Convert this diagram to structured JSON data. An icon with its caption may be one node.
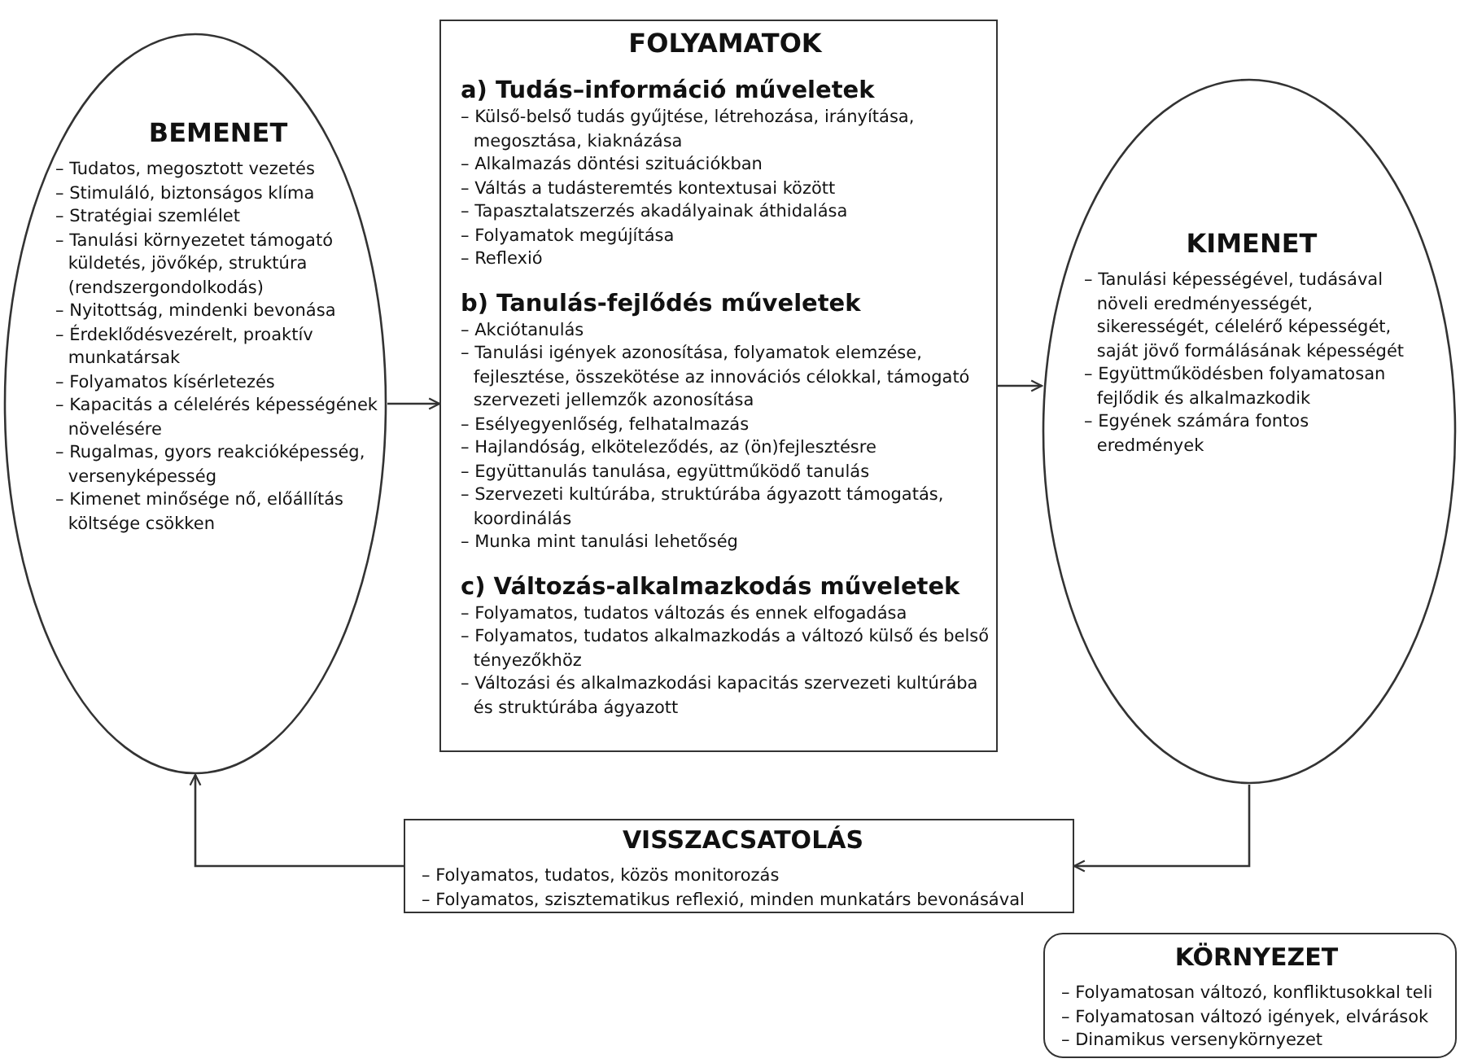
{
  "diagram": {
    "nodes": [
      {
        "text": [
          "BEMENET",
          "– Tudatos, megosztott vezetés",
          "– Stimuláló, biztonságos klíma",
          "– Stratégiai szemlélet",
          "– Tanulási környezetet támogató küldetés, jövőkép, struktúra (rendszergondolkodás)",
          "– Nyitottság, mindenki bevonása",
          "– Érdeklődésvezérelt, proaktív munkatársak",
          "– Folyamatos kísérletezés",
          "– Kapacitás a célelérés képességének növelésére",
          "– Rugalmas, gyors reakcióképesség, versenyképesség",
          "– Kimenet minősége nő, előállítás költsége csökken"
        ]
      },
      {
        "text": [
          "FOLYAMATOK",
          "a) Tudás–információ műveletek",
          "– Külső-belső tudás gyűjtése, létrehozása, irányítása, megosztása, kiaknázása",
          "– Alkalmazás döntési szituációkban",
          "– Váltás a tudásteremtés kontextusai között",
          "– Tapasztalatszerzés akadályainak áthidalása",
          "– Folyamatok megújítása",
          "– Reflexió",
          "b) Tanulás-fejlődés műveletek",
          "– Akciótanulás",
          "– Tanulási igények azonosítása, folyamatok elemzése, fejlesztése, összekötése az innovációs célokkal, támogató szervezeti jellemzők azonosítása",
          "– Esélyegyenlőség, felhatalmazás",
          "– Hajlandóság, elköteleződés, az (ön)fejlesztésre",
          "– Együttanulás tanulása, együttműködő tanulás",
          "– Szervezeti kultúrába, struktúrába ágyazott támogatás, koordinálás",
          "– Munka mint tanulási lehetőség",
          "c) Változás-alkalmazkodás műveletek",
          "– Folyamatos, tudatos változás és ennek elfogadása",
          "– Folyamatos, tudatos alkalmazkodás a változó külső és belső tényezőkhöz",
          "– Változási és alkalmazkodási kapacitás szervezeti kultúrába és struktúrába ágyazott"
        ]
      },
      {
        "text": [
          "KIMENET",
          "– Tanulási képességével, tudásával növeli eredményességét, sikerességét, célelérő képességét, saját jövő formálásának képességét",
          "– Együttműködésben folyamatosan fejlődik és alkalmazkodik",
          "– Egyének számára fontos eredmények"
        ]
      },
      {
        "text": [
          "VISSZACSATOLÁS",
          "– Folyamatos, tudatos, közös monitorozás",
          "– Folyamatos, szisztematikus reflexió, minden munkatárs bevonásával"
        ]
      },
      {
        "text": [
          "KÖRNYEZET",
          "– Folyamatosan változó, konfliktusokkal teli",
          "– Folyamatosan változó igények, elvárások",
          "– Dinamikus versenykörnyezet"
        ]
      }
    ],
    "edges": [
      {
        "from": 0,
        "to": 1,
        "arrow": "to"
      },
      {
        "from": 1,
        "to": 2,
        "arrow": "to"
      },
      {
        "from": 2,
        "to": 3,
        "arrow": "to"
      },
      {
        "from": 3,
        "to": 0,
        "arrow": "to"
      }
    ]
  }
}
